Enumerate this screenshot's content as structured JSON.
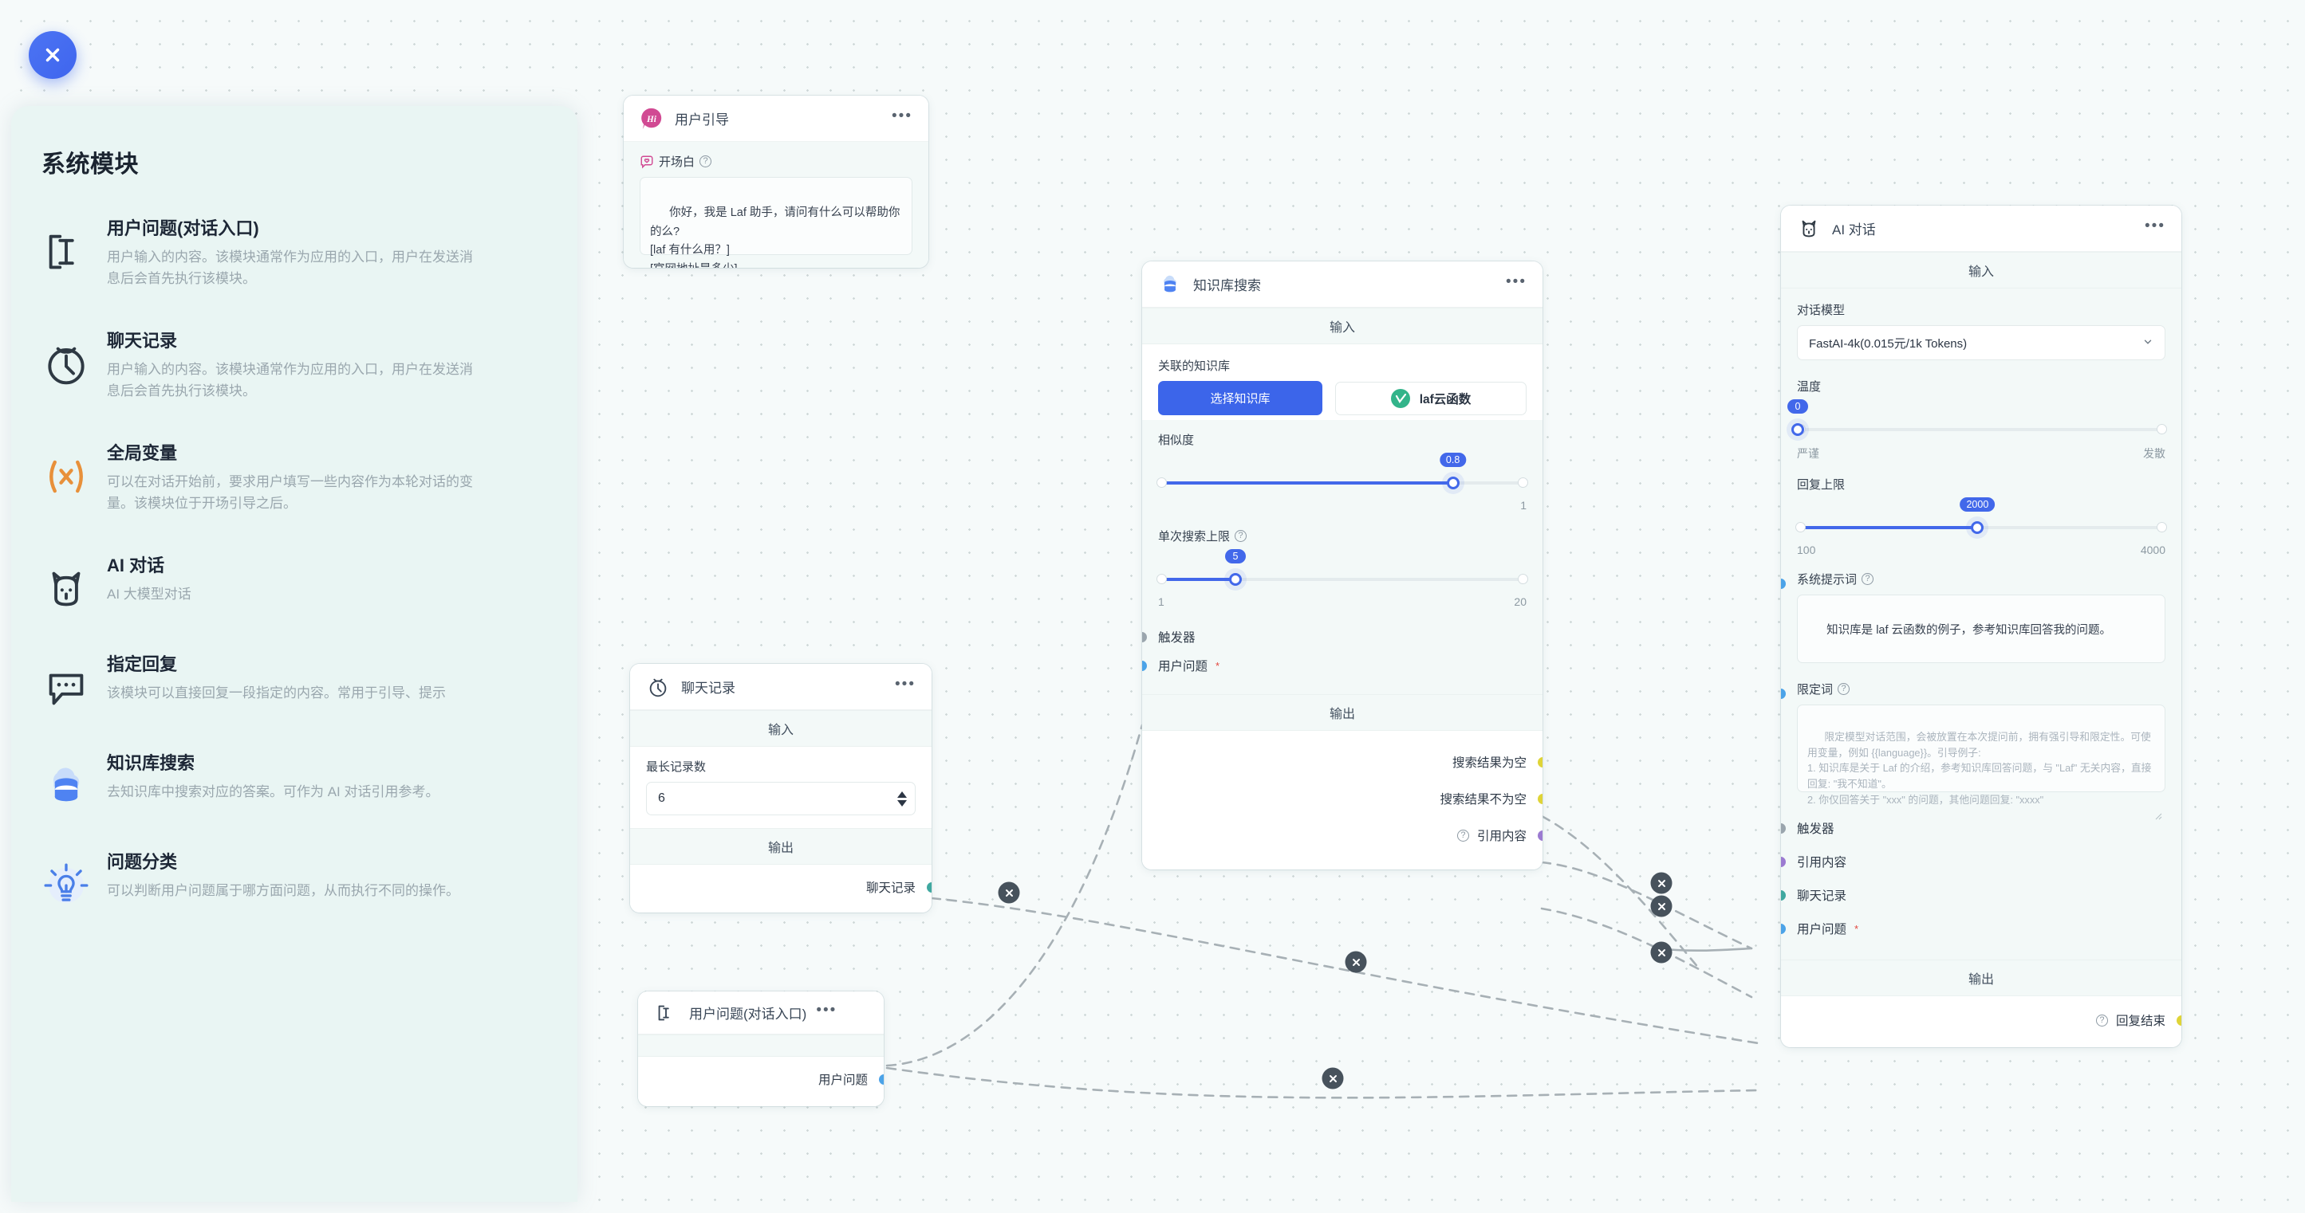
{
  "close_button": {
    "icon": "close-icon"
  },
  "sidebar": {
    "title": "系统模块",
    "items": [
      {
        "icon": "text-input-icon",
        "title": "用户问题(对话入口)",
        "desc": "用户输入的内容。该模块通常作为应用的入口，用户在发送消息后会首先执行该模块。"
      },
      {
        "icon": "clock-icon",
        "title": "聊天记录",
        "desc": "用户输入的内容。该模块通常作为应用的入口，用户在发送消息后会首先执行该模块。"
      },
      {
        "icon": "variable-x-icon",
        "title": "全局变量",
        "desc": "可以在对话开始前，要求用户填写一些内容作为本轮对话的变量。该模块位于开场引导之后。"
      },
      {
        "icon": "robot-icon",
        "title": "AI 对话",
        "desc": "AI 大模型对话"
      },
      {
        "icon": "chat-bubble-icon",
        "title": "指定回复",
        "desc": "该模块可以直接回复一段指定的内容。常用于引导、提示"
      },
      {
        "icon": "database-icon",
        "title": "知识库搜索",
        "desc": "去知识库中搜索对应的答案。可作为 AI 对话引用参考。"
      },
      {
        "icon": "lightbulb-icon",
        "title": "问题分类",
        "desc": "可以判断用户问题属于哪方面问题，从而执行不同的操作。"
      }
    ]
  },
  "nodes": {
    "user_guide": {
      "icon": "hi-badge-icon",
      "title": "用户引导",
      "menu": "•••",
      "field_label": "开场白",
      "help": "?",
      "value": "你好，我是 Laf 助手，请问有什么可以帮助你的么?\n[laf 有什么用？]\n[官网地址是多少]\n[如何收费]"
    },
    "chat_history": {
      "icon": "clock-icon",
      "title": "聊天记录",
      "menu": "•••",
      "input_header": "输入",
      "output_header": "输出",
      "field_label": "最长记录数",
      "value": "6",
      "output_port": "聊天记录"
    },
    "user_question": {
      "icon": "text-input-icon",
      "title": "用户问题(对话入口)",
      "menu": "•••",
      "output_port": "用户问题"
    },
    "kb_search": {
      "icon": "database-icon",
      "title": "知识库搜索",
      "menu": "•••",
      "input_header": "输入",
      "output_header": "输出",
      "dataset_label": "关联的知识库",
      "select_button": "选择知识库",
      "dataset_tag": "laf云函数",
      "similarity_label": "相似度",
      "similarity_value": "0.8",
      "similarity_min": "",
      "similarity_max": "1",
      "limit_label": "单次搜索上限",
      "limit_help": "?",
      "limit_value": "5",
      "limit_min": "1",
      "limit_max": "20",
      "in_trigger": "触发器",
      "in_question": "用户问题",
      "in_question_required": "*",
      "out_empty": "搜索结果为空",
      "out_not_empty": "搜索结果不为空",
      "out_quote": "引用内容",
      "out_quote_help": "?"
    },
    "ai_chat": {
      "icon": "robot-icon",
      "title": "AI 对话",
      "menu": "•••",
      "input_header": "输入",
      "output_header": "输出",
      "model_label": "对话模型",
      "model_value": "FastAI-4k(0.015元/1k Tokens)",
      "temp_label": "温度",
      "temp_value": "0",
      "temp_left": "严谨",
      "temp_right": "发散",
      "maxtokens_label": "回复上限",
      "maxtokens_value": "2000",
      "maxtokens_min": "100",
      "maxtokens_max": "4000",
      "system_label": "系统提示词",
      "system_help": "?",
      "system_value": "知识库是 laf 云函数的例子，参考知识库回答我的问题。",
      "limit_label": "限定词",
      "limit_help": "?",
      "limit_placeholder": "限定模型对话范围，会被放置在本次提问前，拥有强引导和限定性。可使用变量，例如 {{language}}。引导例子:\n1. 知识库是关于 Laf 的介绍，参考知识库回答问题，与 \"Laf\" 无关内容，直接回复: \"我不知道\"。\n2. 你仅回答关于 \"xxx\" 的问题，其他问题回复: \"xxxx\"",
      "in_trigger": "触发器",
      "in_quote": "引用内容",
      "in_history": "聊天记录",
      "in_question": "用户问题",
      "in_question_required": "*",
      "out_finish": "回复结束",
      "out_finish_help": "?"
    }
  },
  "colors": {
    "accent": "#3c65ea",
    "port_blue": "#4ba3e8",
    "port_gray": "#9aa5ad",
    "port_yellow": "#dfd437",
    "port_purple": "#9b7ad1",
    "port_teal": "#3fa8a0",
    "edge": "#a7b0b5",
    "sidebar_bg": "#e9f5f3"
  }
}
